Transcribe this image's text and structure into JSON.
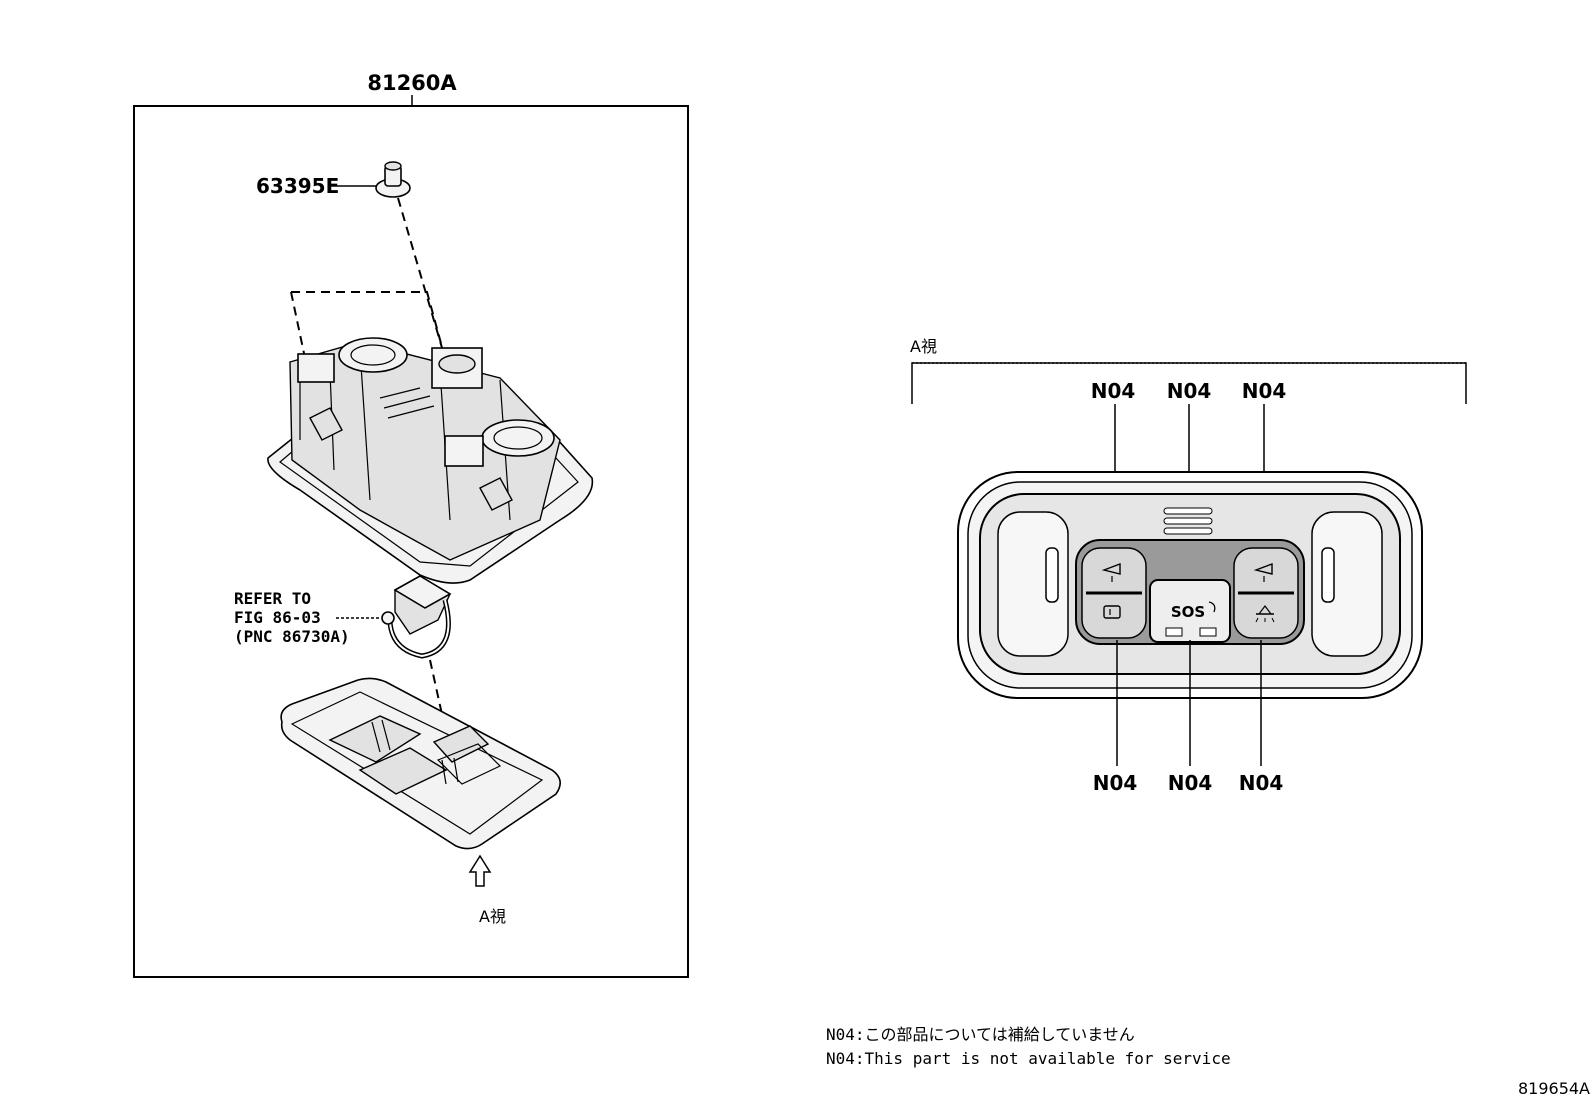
{
  "left_panel": {
    "assembly_label": "81260A",
    "clip_label": "63395E",
    "refer_line1": "REFER TO",
    "refer_line2": "FIG 86-03",
    "refer_line3": "(PNC 86730A)",
    "view_label": "A視"
  },
  "right_panel": {
    "view_label": "A視",
    "top_callouts": [
      "N04",
      "N04",
      "N04"
    ],
    "bottom_callouts": [
      "N04",
      "N04",
      "N04"
    ],
    "sos_label": "SOS"
  },
  "notes": {
    "line_jp": "N04:この部品については補給していません",
    "line_en": "N04:This part is not available for service"
  },
  "figure_id": "819654A"
}
